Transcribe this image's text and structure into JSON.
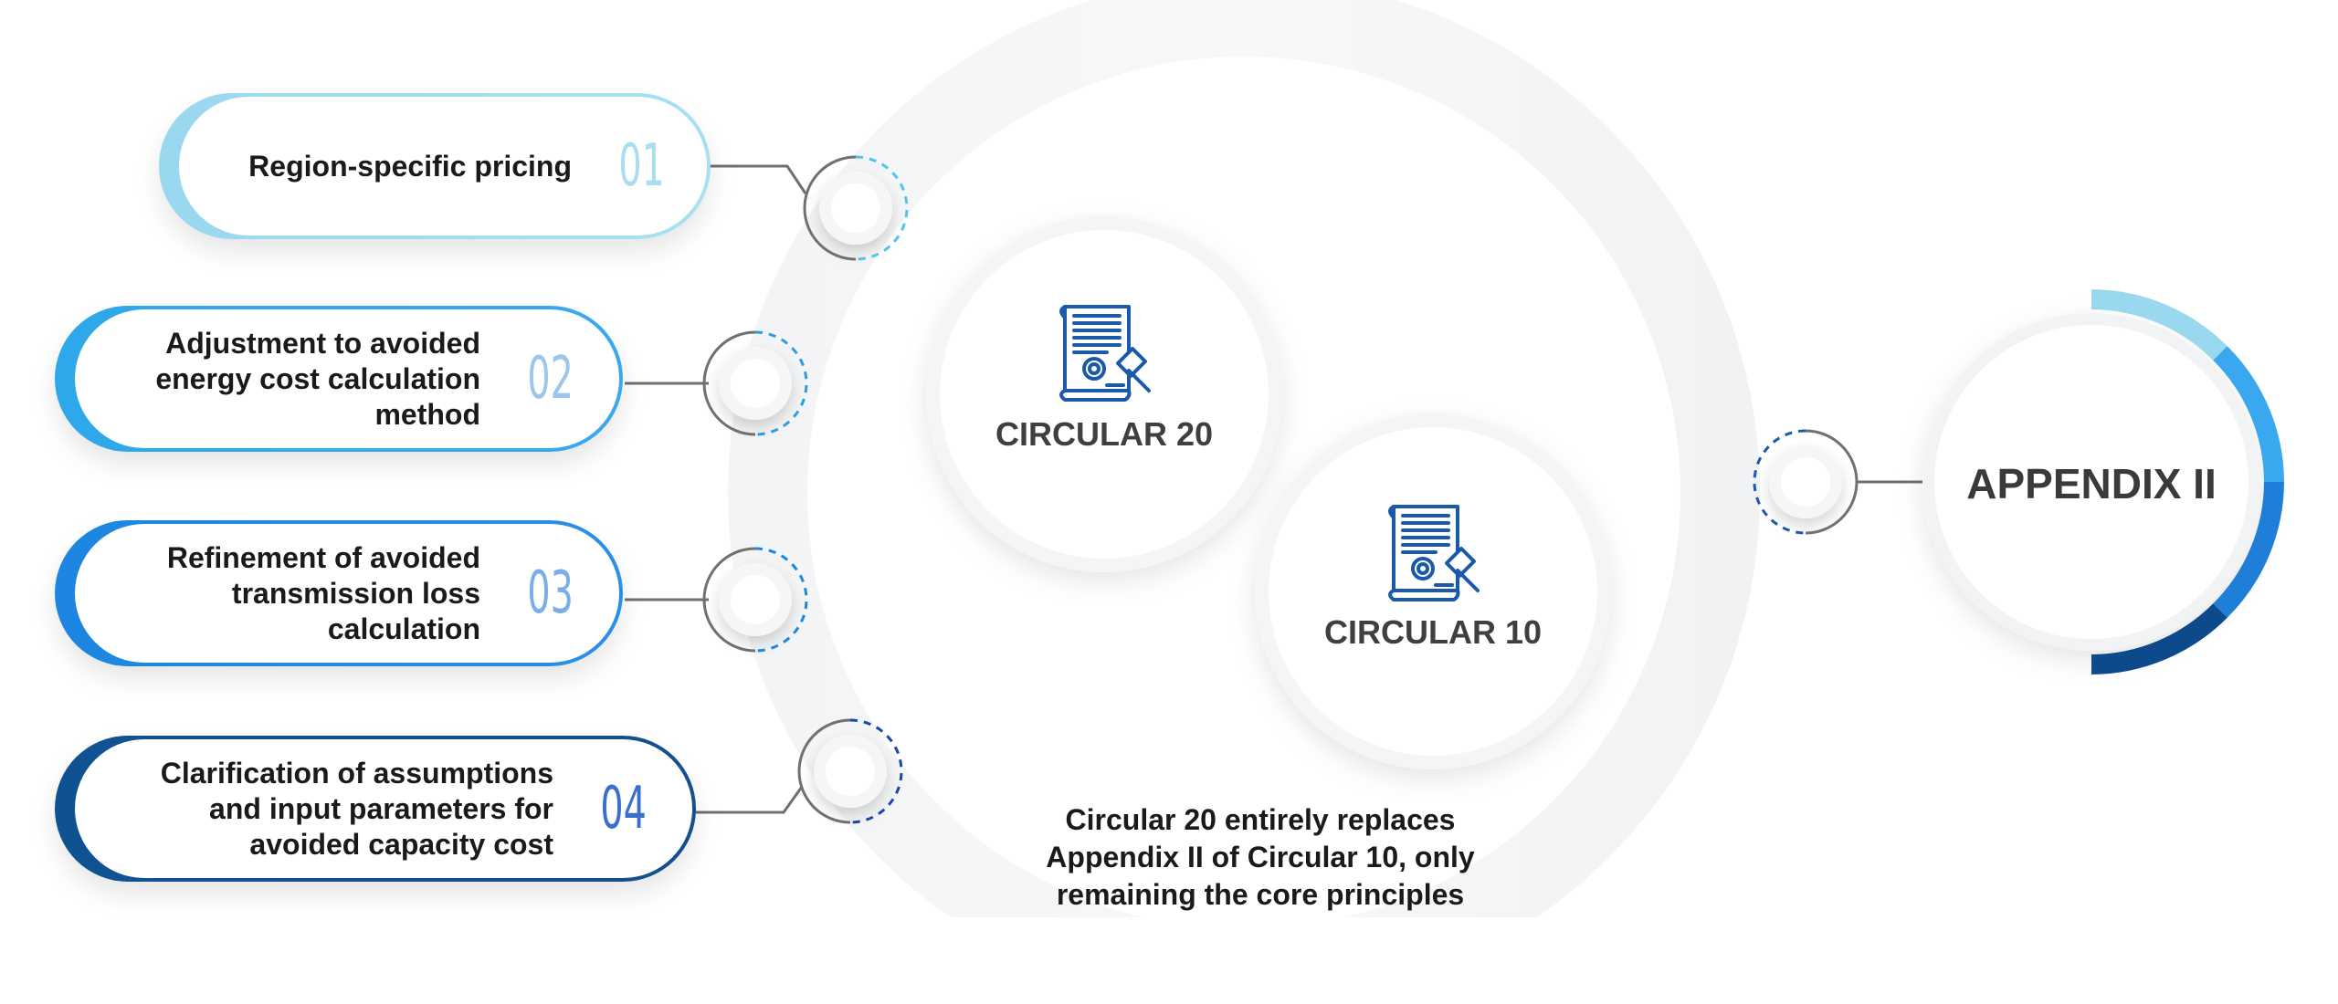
{
  "items": [
    {
      "label": "Region-specific pricing",
      "number": "01",
      "color": "#9ad8ef"
    },
    {
      "label": "Adjustment to avoided\nenergy cost calculation\nmethod",
      "number": "02",
      "color": "#2ea8ea"
    },
    {
      "label": "Refinement of avoided\ntransmission loss\ncalculation",
      "number": "03",
      "color": "#1c86e0"
    },
    {
      "label": "Clarification of assumptions\nand input parameters for\navoided capacity cost",
      "number": "04",
      "color": "#0f5292"
    }
  ],
  "number_colors": [
    "#a9ddf0",
    "#9cc7ea",
    "#7aaee6",
    "#3d6ecf"
  ],
  "circular20": {
    "label": "CIRCULAR 20",
    "icon": "legal-document-gavel-icon"
  },
  "circular10": {
    "label": "CIRCULAR 10",
    "icon": "legal-document-gavel-icon"
  },
  "caption": "Circular 20 entirely replaces\nAppendix II of Circular 10, only\nremaining the core principles",
  "appendix": {
    "label": "APPENDIX II"
  },
  "colors": {
    "icon": "#1a5aa8",
    "ring_light": "#9ad8ef",
    "ring_mid": "#3aa0ea",
    "ring_dark": "#0d4a8c"
  }
}
